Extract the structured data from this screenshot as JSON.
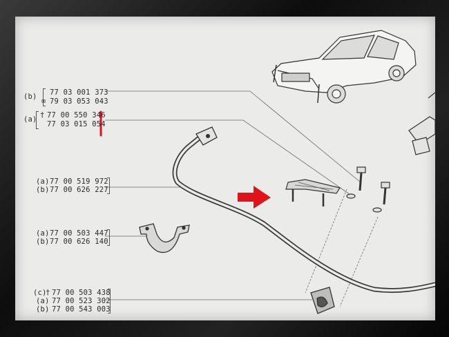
{
  "callouts": {
    "top": {
      "b_tag": "(b)",
      "b_line1": "77 03 001 373",
      "b_line2": "79 03 053 043",
      "a_tag": "(a)",
      "a_line1": "77 00 550 346",
      "a_line2": "77 03 015 054"
    },
    "bar": {
      "a_tag": "(a)",
      "a_part": "77 00 519 972",
      "b_tag": "(b)",
      "b_part": "77 00 626 227"
    },
    "clamp": {
      "a_tag": "(a)",
      "a_part": "77 00 503 447",
      "b_tag": "(b)",
      "b_part": "77 00 626 140"
    },
    "bottom": {
      "c_tag": "(c)",
      "c_part": "77 00 503 438",
      "a_tag": "(a)",
      "a_part": "77 00 523 302",
      "b_tag": "(b)",
      "b_part": "77 00 543 003"
    }
  },
  "symbols": {
    "dagger": "†",
    "crossed_box": "⌧"
  },
  "colors": {
    "highlight": "#e0121a",
    "paper": "#ebebea",
    "ink": "#2a2a2a"
  }
}
